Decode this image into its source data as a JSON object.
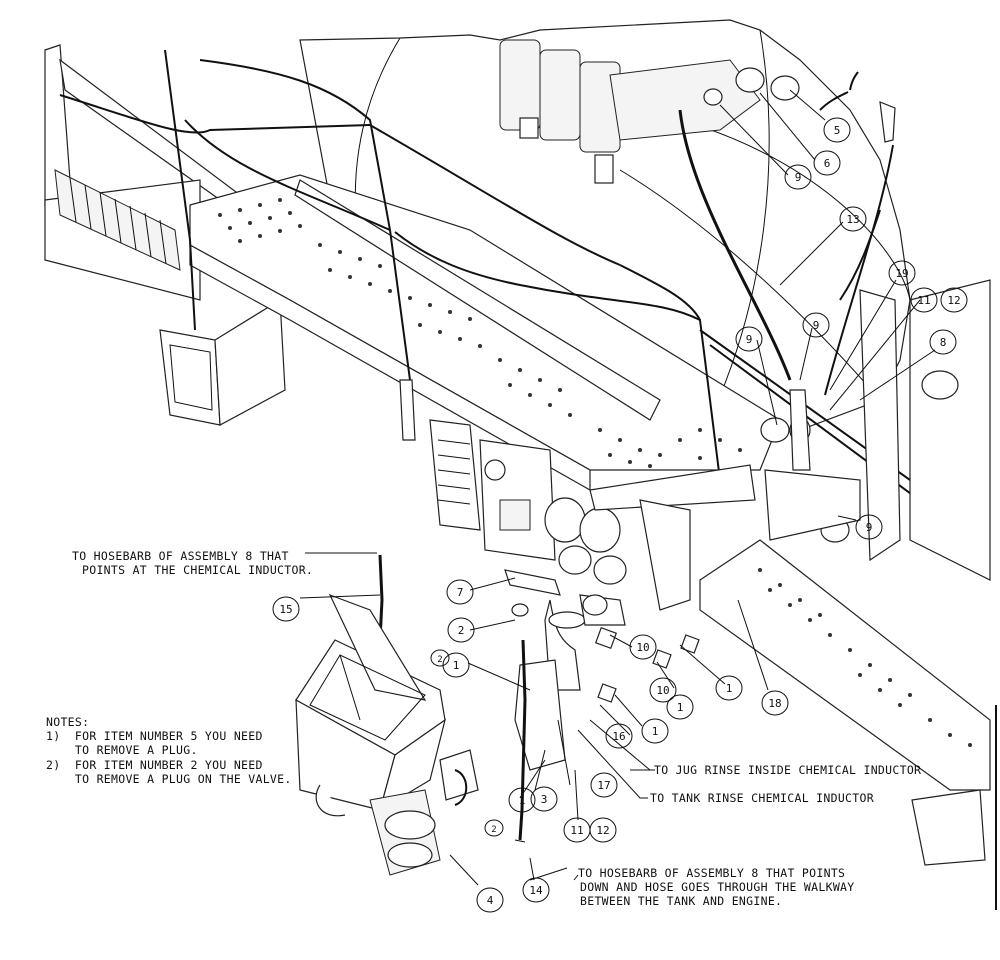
{
  "callouts": [
    {
      "id": "c1a",
      "label": "1"
    },
    {
      "id": "c1b",
      "label": "1"
    },
    {
      "id": "c1c",
      "label": "1"
    },
    {
      "id": "c1d",
      "label": "1"
    },
    {
      "id": "c1e",
      "label": "1"
    },
    {
      "id": "c2",
      "label": "2"
    },
    {
      "id": "c3",
      "label": "3"
    },
    {
      "id": "c4",
      "label": "4"
    },
    {
      "id": "c5",
      "label": "5"
    },
    {
      "id": "c6",
      "label": "6"
    },
    {
      "id": "c7",
      "label": "7"
    },
    {
      "id": "c8",
      "label": "8"
    },
    {
      "id": "c9a",
      "label": "9"
    },
    {
      "id": "c9b",
      "label": "9"
    },
    {
      "id": "c9c",
      "label": "9"
    },
    {
      "id": "c9d",
      "label": "9"
    },
    {
      "id": "c10a",
      "label": "10"
    },
    {
      "id": "c10b",
      "label": "10"
    },
    {
      "id": "c11a",
      "label": "11"
    },
    {
      "id": "c11b",
      "label": "11"
    },
    {
      "id": "c12a",
      "label": "12"
    },
    {
      "id": "c12b",
      "label": "12"
    },
    {
      "id": "c13",
      "label": "13"
    },
    {
      "id": "c14",
      "label": "14"
    },
    {
      "id": "c15",
      "label": "15"
    },
    {
      "id": "c16",
      "label": "16"
    },
    {
      "id": "c17",
      "label": "17"
    },
    {
      "id": "c18",
      "label": "18"
    },
    {
      "id": "c19",
      "label": "19"
    },
    {
      "id": "c2n1",
      "label": "2"
    },
    {
      "id": "c2n2",
      "label": "2"
    }
  ],
  "annotations": {
    "hosebarb_inductor_line1": "TO HOSEBARB OF ASSEMBLY 8 THAT",
    "hosebarb_inductor_line2": "POINTS AT THE CHEMICAL INDUCTOR.",
    "jug_rinse": "TO JUG RINSE INSIDE CHEMICAL INDUCTOR",
    "tank_rinse": "TO TANK RINSE CHEMICAL INDUCTOR",
    "hosebarb_down_line1": "TO HOSEBARB OF ASSEMBLY 8 THAT POINTS",
    "hosebarb_down_line2": "DOWN AND HOSE GOES THROUGH THE WALKWAY",
    "hosebarb_down_line3": "BETWEEN THE TANK AND ENGINE."
  },
  "notes": {
    "heading": "NOTES:",
    "note1_line1": "1)  FOR ITEM NUMBER 5 YOU NEED",
    "note1_line2": "    TO REMOVE A PLUG.",
    "note2_line1": "2)  FOR ITEM NUMBER 2 YOU NEED",
    "note2_line2": "    TO REMOVE A PLUG ON THE VALVE."
  }
}
